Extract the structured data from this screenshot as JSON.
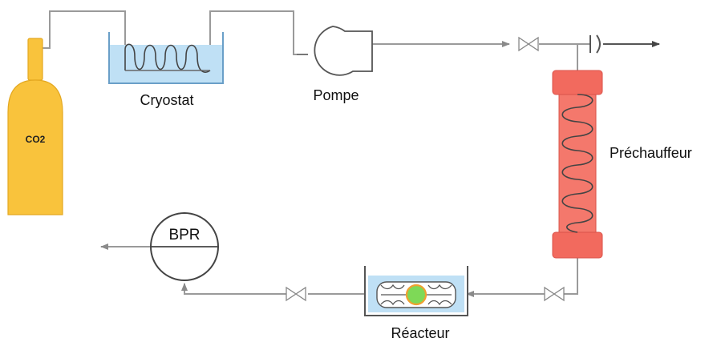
{
  "labels": {
    "co2": "CO2",
    "cryostat": "Cryostat",
    "pompe": "Pompe",
    "prechauffeur": "Préchauffeur",
    "reacteur": "Réacteur",
    "bpr": "BPR"
  },
  "colors": {
    "cylinder": "#f9c33c",
    "cylinder_stroke": "#e4a820",
    "bath": "#bfe0f5",
    "bath_stroke": "#6a9fc8",
    "heater_body": "#f4786c",
    "heater_cap": "#f26a5e",
    "heater_stroke": "#d9534a",
    "reactor_core": "#7ed957",
    "reactor_ring": "#f0a030",
    "pipe": "#9a9a9a"
  }
}
